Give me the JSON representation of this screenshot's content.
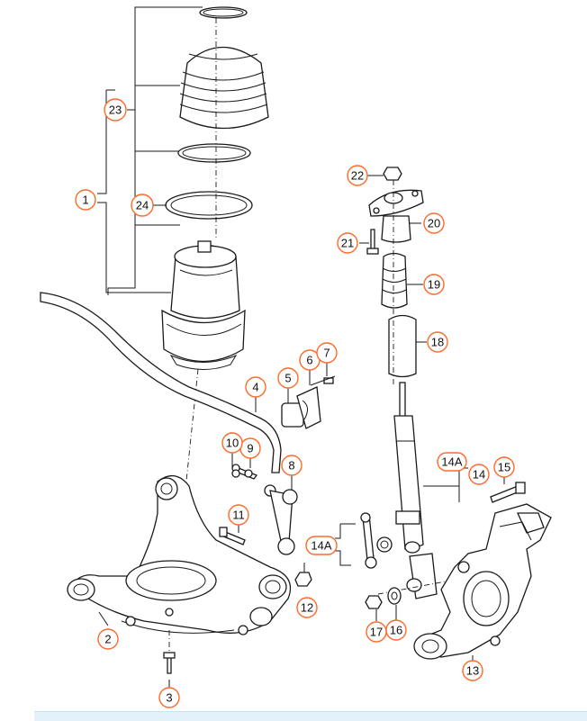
{
  "callouts": {
    "c1": "1",
    "c2": "2",
    "c3": "3",
    "c4": "4",
    "c5": "5",
    "c6": "6",
    "c7": "7",
    "c8": "8",
    "c9": "9",
    "c10": "10",
    "c11": "11",
    "c12": "12",
    "c13": "13",
    "c14": "14",
    "c14a_top": "14A",
    "c14a_left": "14A",
    "c15": "15",
    "c16": "16",
    "c17": "17",
    "c18": "18",
    "c19": "19",
    "c20": "20",
    "c21": "21",
    "c22": "22",
    "c23": "23",
    "c24": "24"
  },
  "colors": {
    "callout_border": "#ff6a28",
    "linework": "#1a1a1a",
    "footer_bar": "#e3f2fa"
  }
}
